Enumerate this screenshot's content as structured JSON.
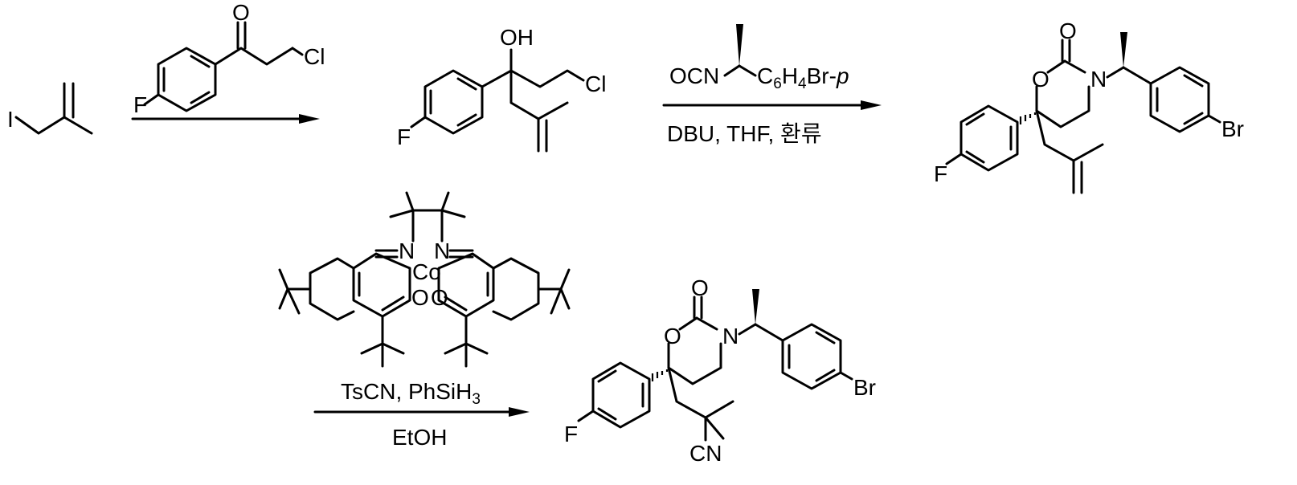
{
  "atoms": {
    "I": "I",
    "F": "F",
    "Cl": "Cl",
    "OH": "OH",
    "O": "O",
    "N": "N",
    "Br": "Br",
    "Co": "Co",
    "CN": "CN",
    "OCN": "OCN"
  },
  "step1": {
    "reagent_cl": "Cl"
  },
  "step2": {
    "reagent": {
      "prefix": "C",
      "sub1": "6",
      "mid": "H",
      "sub2": "4",
      "suffix": "Br-",
      "italic": "p"
    },
    "conditions": "DBU, THF, 환류"
  },
  "step3": {
    "conditions_1": {
      "main": "TsCN, PhSiH",
      "sub": "3"
    },
    "conditions_2": "EtOH"
  }
}
